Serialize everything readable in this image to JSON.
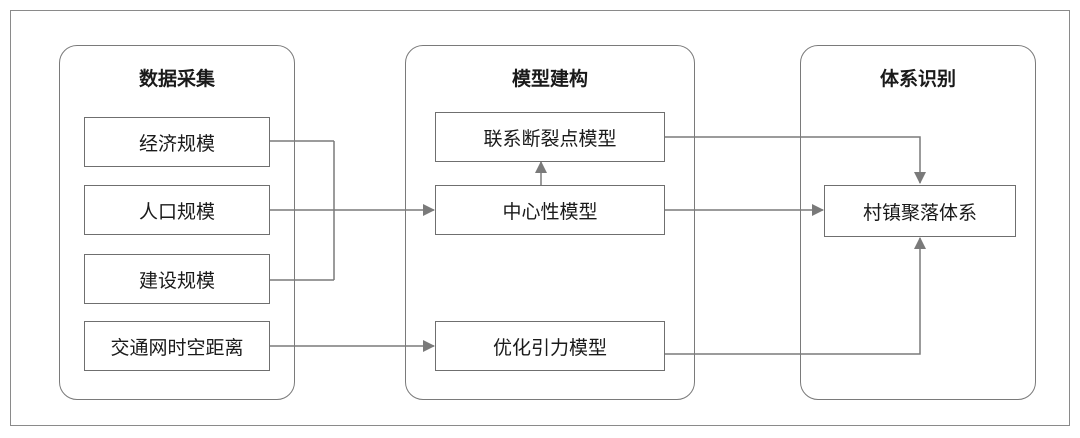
{
  "groups": {
    "collection": {
      "title": "数据采集"
    },
    "model": {
      "title": "模型建构"
    },
    "system": {
      "title": "体系识别"
    }
  },
  "nodes": {
    "economic_scale": "经济规模",
    "population_scale": "人口规模",
    "construction_scale": "建设规模",
    "traffic_distance": "交通网时空距离",
    "breakpoint_model": "联系断裂点模型",
    "centrality_model": "中心性模型",
    "gravity_model": "优化引力模型",
    "village_system": "村镇聚落体系"
  },
  "colors": {
    "line": "#7a7a7a",
    "border": "#6f6f6f"
  }
}
